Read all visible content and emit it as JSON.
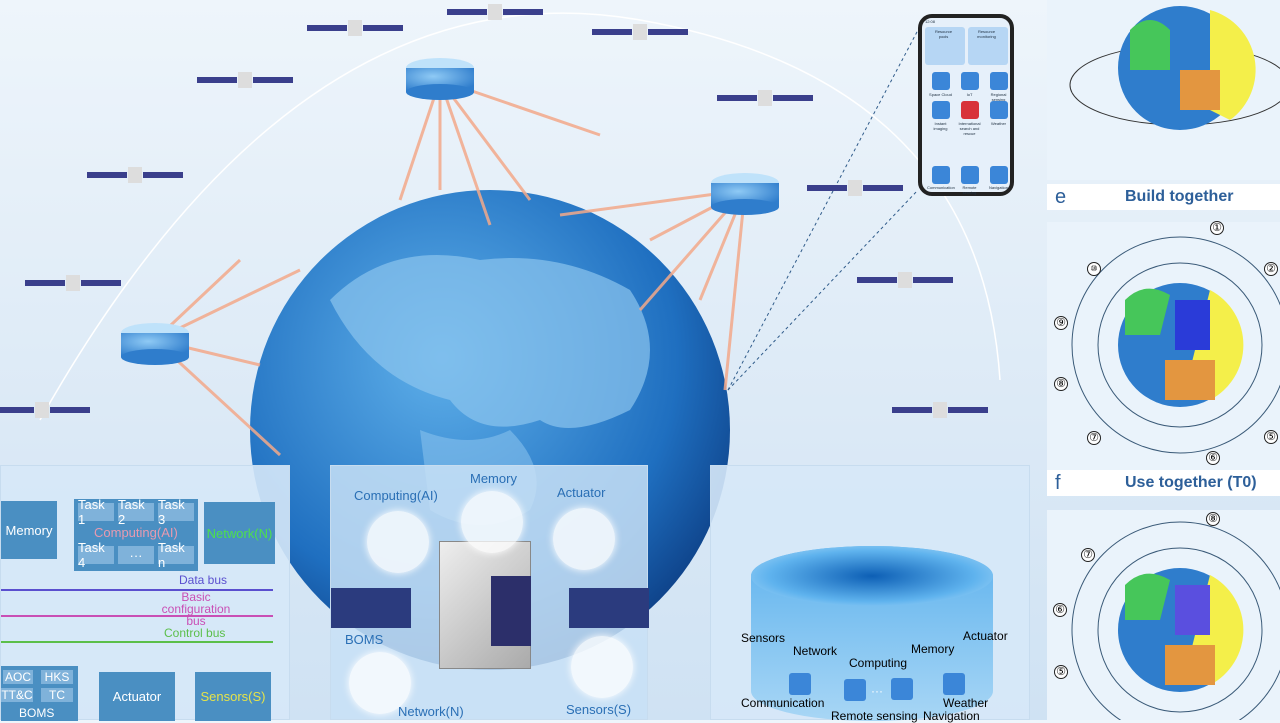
{
  "bus_diagram": {
    "memory": "Memory",
    "computing": "Computing(AI)",
    "network": "Network(N)",
    "tasks": [
      "Task 1",
      "Task 2",
      "Task 3",
      "Task 4",
      "···",
      "Task n"
    ],
    "data_bus": "Data bus",
    "config_bus": "Basic configuration bus",
    "control_bus": "Control bus",
    "boms_items": [
      "AOC",
      "HKS",
      "TT&C",
      "TC"
    ],
    "boms": "BOMS",
    "actuator": "Actuator",
    "sensors": "Sensors(S)",
    "colors": {
      "data": "#5a4fcf",
      "config": "#c94fb5",
      "control": "#5bbf4a"
    }
  },
  "satellite_panel": {
    "labels": [
      "Computing(AI)",
      "Memory",
      "Actuator",
      "BOMS",
      "Network(N)",
      "Sensors(S)"
    ]
  },
  "pool_panel": {
    "resources": [
      "Sensors",
      "Network",
      "Computing",
      "Memory",
      "Actuator"
    ],
    "services": [
      "Communication",
      "Remote sensing",
      "···",
      "Navigation",
      "Weather"
    ]
  },
  "phone": {
    "time": "12:08",
    "cards": [
      "Resource pools",
      "Resource monitoring"
    ],
    "apps": [
      "Space Cloud",
      "IoT",
      "Regional sensing",
      "Instant imaging",
      "International search and rescue",
      "Weather",
      "Communication",
      "Remote sensing",
      "Navigation"
    ]
  },
  "right_panels": [
    {
      "letter": "e",
      "title": "Build together"
    },
    {
      "letter": "f",
      "title": "Use together (T0)"
    }
  ],
  "orbit_numbers_e": [
    "①",
    "②",
    "⑤",
    "⑥",
    "⑦",
    "⑧",
    "⑨",
    "⑩"
  ],
  "orbit_numbers_f": [
    "⑤",
    "⑥",
    "⑦",
    "⑧"
  ]
}
